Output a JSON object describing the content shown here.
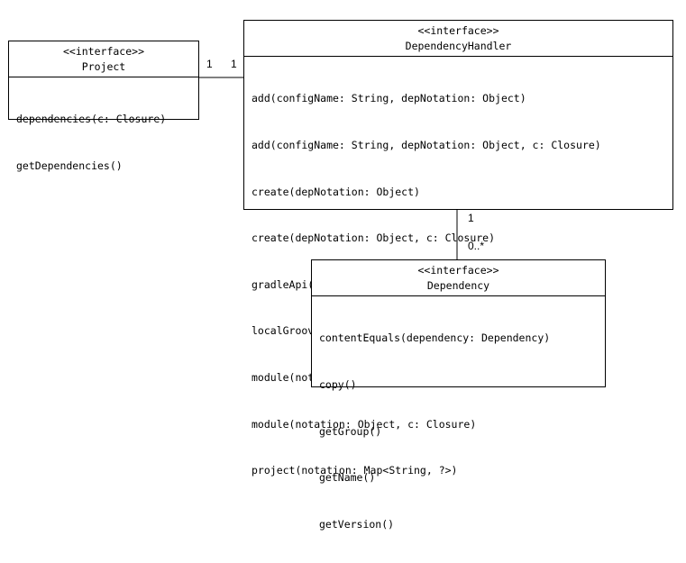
{
  "interfaces": {
    "project": {
      "stereotype": "<<interface>>",
      "name": "Project",
      "methods": [
        "dependencies(c: Closure)",
        "getDependencies()"
      ]
    },
    "dependency_handler": {
      "stereotype": "<<interface>>",
      "name": "DependencyHandler",
      "methods": [
        "add(configName: String, depNotation: Object)",
        "add(configName: String, depNotation: Object, c: Closure)",
        "create(depNotation: Object)",
        "create(depNotation: Object, c: Closure)",
        "gradleApi()",
        "localGroovy()",
        "module(notation: Object)",
        "module(notation: Object, c: Closure)",
        "project(notation: Map<String, ?>)"
      ]
    },
    "dependency": {
      "stereotype": "<<interface>>",
      "name": "Dependency",
      "methods": [
        "contentEquals(dependency: Dependency)",
        "copy()",
        "getGroup()",
        "getName()",
        "getVersion()"
      ]
    }
  },
  "associations": {
    "project_to_handler": {
      "source_multiplicity": "1",
      "target_multiplicity": "1"
    },
    "handler_to_dependency": {
      "source_multiplicity": "1",
      "target_multiplicity": "0..*"
    }
  }
}
